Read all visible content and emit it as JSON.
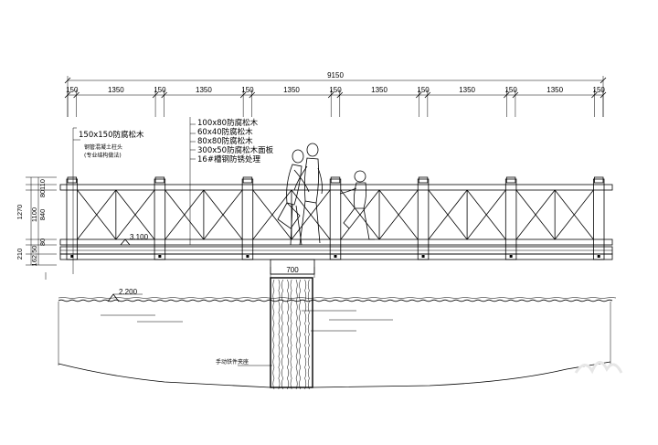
{
  "dimensions": {
    "overall": "9150",
    "top_segments": [
      "150",
      "1350",
      "150",
      "1350",
      "150",
      "1350",
      "150",
      "1350",
      "150",
      "1350",
      "150",
      "1350",
      "150"
    ],
    "left_vertical": [
      "110",
      "80",
      "1100",
      "840",
      "80",
      "210",
      "162.50"
    ],
    "left_total": "1270",
    "pier_width": "700"
  },
  "callouts": {
    "post": "150x150防腐松木",
    "post_note_1": "钢管混凝土柱头",
    "post_note_2": "(专业结构做法)",
    "rail_1": "100x80防腐松木",
    "rail_2": "60x40防腐松木",
    "rail_3": "80x80防腐松木",
    "deck": "300x50防腐松木面板",
    "hanger": "16#槽钢防锈处理",
    "pier_label": "手动铁件夹座"
  },
  "levels": {
    "deck_level": "3.100",
    "water_level": "2.200"
  },
  "colors": {
    "line": "#000000",
    "background": "#ffffff"
  }
}
